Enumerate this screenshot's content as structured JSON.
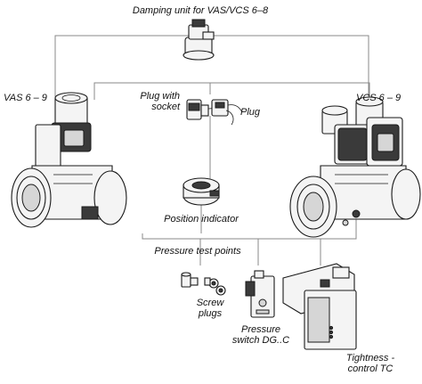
{
  "labels": {
    "damping_unit": "Damping unit for VAS/VCS 6–8",
    "vas": "VAS 6 – 9",
    "vcs": "VCS 6 – 9",
    "plug_with_socket_line1": "Plug with",
    "plug_with_socket_line2": "socket",
    "plug": "Plug",
    "position_indicator": "Position indicator",
    "pressure_test_points": "Pressure test points",
    "screw_plugs_line1": "Screw",
    "screw_plugs_line2": "plugs",
    "pressure_switch_line1": "Pressure",
    "pressure_switch_line2": "switch DG..C",
    "tightness_control_line1": "Tightness -",
    "tightness_control_line2": "control TC"
  }
}
